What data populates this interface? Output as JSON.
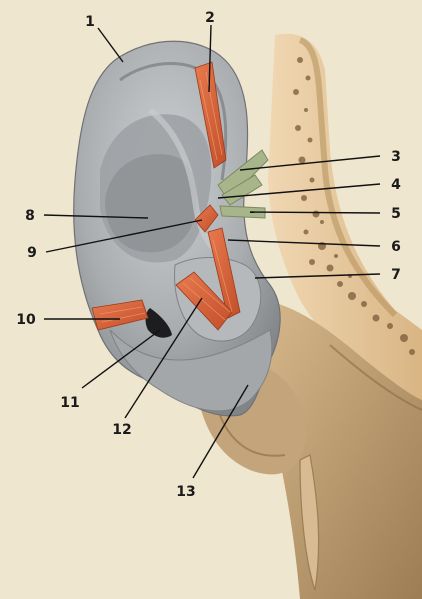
{
  "callouts": [
    {
      "id": "1",
      "label": "1"
    },
    {
      "id": "2",
      "label": "2"
    },
    {
      "id": "3",
      "label": "3"
    },
    {
      "id": "4",
      "label": "4"
    },
    {
      "id": "5",
      "label": "5"
    },
    {
      "id": "6",
      "label": "6"
    },
    {
      "id": "7",
      "label": "7"
    },
    {
      "id": "8",
      "label": "8"
    },
    {
      "id": "9",
      "label": "9"
    },
    {
      "id": "10",
      "label": "10"
    },
    {
      "id": "11",
      "label": "11"
    },
    {
      "id": "12",
      "label": "12"
    },
    {
      "id": "13",
      "label": "13"
    }
  ],
  "colors": {
    "background": "#efe6cf",
    "auricle": "#a9adb0",
    "auricle_highlight": "#c9cccd",
    "auricle_shadow": "#7f8386",
    "muscle": "#d9623a",
    "ligament": "#a8b58a",
    "bone": "#e8c89f",
    "bone_pores": "#7a5a3a",
    "skin": "#c9a77a",
    "skin_shadow": "#9d7d54"
  }
}
